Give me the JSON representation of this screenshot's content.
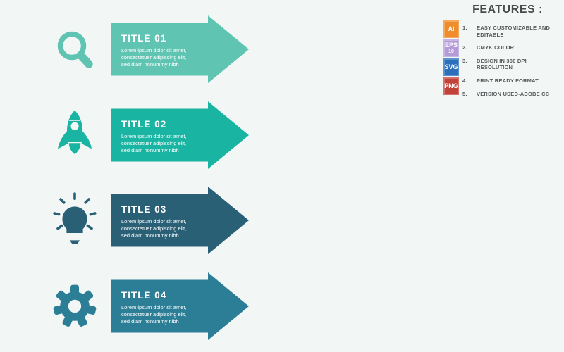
{
  "background": "#f2f7f6",
  "steps": [
    {
      "title": "TITLE 01",
      "body": "Lorem ipsum dolor sit amet, consectetuer adipiscing elit, sed diam nonummy nibh",
      "color": "#5fc4b2",
      "icon": "magnifier-icon"
    },
    {
      "title": "TITLE 02",
      "body": "Lorem ipsum dolor sit amet, consectetuer adipiscing elit, sed diam nonummy nibh",
      "color": "#19b4a2",
      "icon": "rocket-icon"
    },
    {
      "title": "TITLE 03",
      "body": "Lorem ipsum dolor sit amet, consectetuer adipiscing elit, sed diam nonummy nibh",
      "color": "#2a6076",
      "icon": "lightbulb-icon"
    },
    {
      "title": "TITLE 04",
      "body": "Lorem ipsum dolor sit amet, consectetuer adipiscing elit, sed diam nonummy nibh",
      "color": "#2b7e96",
      "icon": "gear-icon"
    }
  ],
  "features": {
    "title": "FEATURES :",
    "title_color": "#4a4b4d",
    "text_color": "#58595b",
    "badges": [
      {
        "label": "Ai",
        "bg": "#ef8d2c",
        "border": "#f4ab5e"
      },
      {
        "label": "EPS",
        "sub": "10",
        "bg": "#b49bd8",
        "border": "#c7b5e4"
      },
      {
        "label": "SVG",
        "bg": "#2c70bc",
        "border": "#5d92d1"
      },
      {
        "label": "PNG",
        "bg": "#c2423a",
        "border": "#d3726b"
      }
    ],
    "items": [
      {
        "num": "1.",
        "label": "EASY CUSTOMIZABLE AND EDITABLE"
      },
      {
        "num": "2.",
        "label": "CMYK COLOR"
      },
      {
        "num": "3.",
        "label": "DESIGN IN 300 DPI RESOLUTION"
      },
      {
        "num": "4.",
        "label": "PRINT READY FORMAT"
      },
      {
        "num": "5.",
        "label": "VERSION USED-ADOBE CC"
      }
    ]
  }
}
